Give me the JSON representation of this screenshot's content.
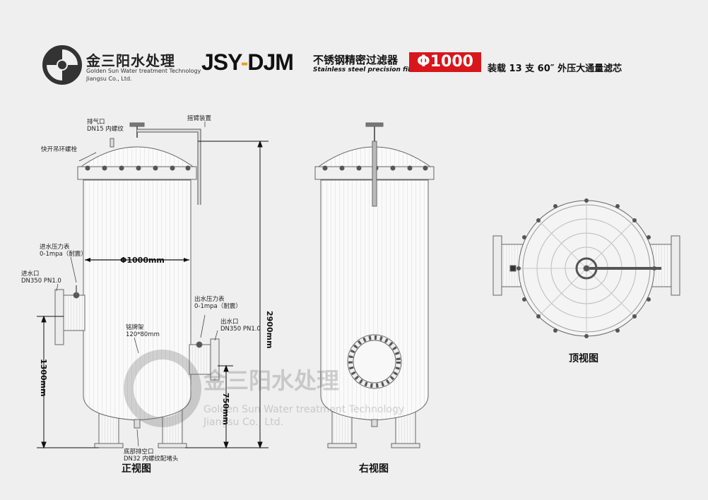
{
  "header": {
    "logo_cn": "金三阳水处理",
    "logo_en_line1": "Golden Sun Water treatment Technology",
    "logo_en_line2": "Jiangsu Co., Ltd.",
    "model_part1": "JSY",
    "model_dash": "-",
    "model_part2": "DJM",
    "product_name_cn": "不锈钢精密过滤器",
    "product_name_en": "Stainless steel precision filter",
    "diameter_badge": "Φ1000",
    "spec_text": "装载 13 支 60″ 外压大通量滤芯"
  },
  "labels": {
    "vent": "排气口",
    "vent_size": "DN15 内螺纹",
    "swing_pipe": "摇臂装置",
    "eyebolt": "快开吊环螺栓",
    "inlet_gauge": "进水压力表",
    "inlet_gauge_range": "0-1mpa（耐震）",
    "inlet": "进水口",
    "inlet_size": "DN350 PN1.0",
    "nameplate": "铭牌架",
    "nameplate_size": "120*80mm",
    "outlet_gauge": "出水压力表",
    "outlet_gauge_range": "0-1mpa（耐震）",
    "outlet": "出水口",
    "outlet_size": "DN350 PN1.0",
    "drain": "底部排空口",
    "drain_size": "DN32 内螺纹配堵头"
  },
  "dimensions": {
    "diameter": "Φ1000mm",
    "total_height": "2900mm",
    "inlet_height": "1300mm",
    "outlet_height": "750mm"
  },
  "captions": {
    "front": "正视图",
    "side": "右视图",
    "top": "顶视图"
  },
  "watermark": {
    "cn": "金三阳水处理",
    "en1": "Golden Sun Water treatment Technology",
    "en2": "Jiangsu Co., Ltd."
  },
  "colors": {
    "accent_red": "#d8161b",
    "accent_orange": "#e8a020",
    "line": "#555555"
  }
}
